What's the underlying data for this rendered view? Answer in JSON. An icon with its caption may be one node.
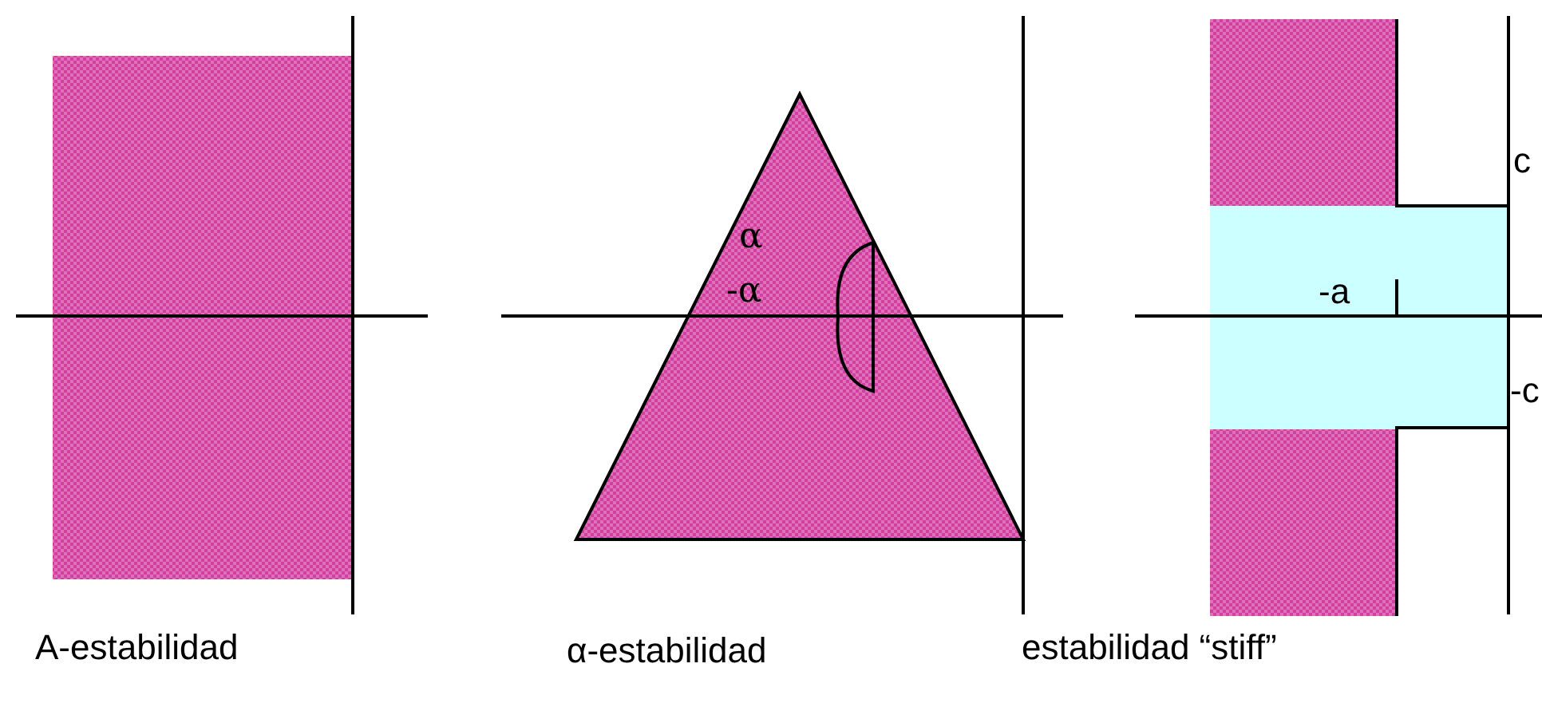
{
  "diagram": {
    "labels": [
      "c",
      "α",
      "-α",
      "-a",
      "-c",
      "A-estabilidad",
      "α-estabilidad",
      "estabilidad “stiff”"
    ]
  }
}
